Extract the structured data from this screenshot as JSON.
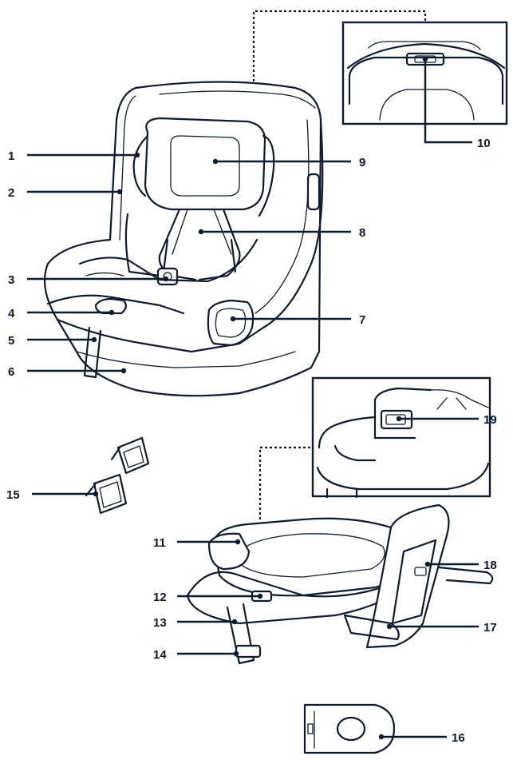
{
  "callouts": [
    {
      "id": "1",
      "label": "1"
    },
    {
      "id": "2",
      "label": "2"
    },
    {
      "id": "3",
      "label": "3"
    },
    {
      "id": "4",
      "label": "4"
    },
    {
      "id": "5",
      "label": "5"
    },
    {
      "id": "6",
      "label": "6"
    },
    {
      "id": "7",
      "label": "7"
    },
    {
      "id": "8",
      "label": "8"
    },
    {
      "id": "9",
      "label": "9"
    },
    {
      "id": "10",
      "label": "10"
    },
    {
      "id": "11",
      "label": "11"
    },
    {
      "id": "12",
      "label": "12"
    },
    {
      "id": "13",
      "label": "13"
    },
    {
      "id": "14",
      "label": "14"
    },
    {
      "id": "15",
      "label": "15"
    },
    {
      "id": "16",
      "label": "16"
    },
    {
      "id": "17",
      "label": "17"
    },
    {
      "id": "18",
      "label": "18"
    },
    {
      "id": "19",
      "label": "19"
    }
  ],
  "colors": {
    "ink": "#0d1b2e",
    "background": "#ffffff"
  }
}
